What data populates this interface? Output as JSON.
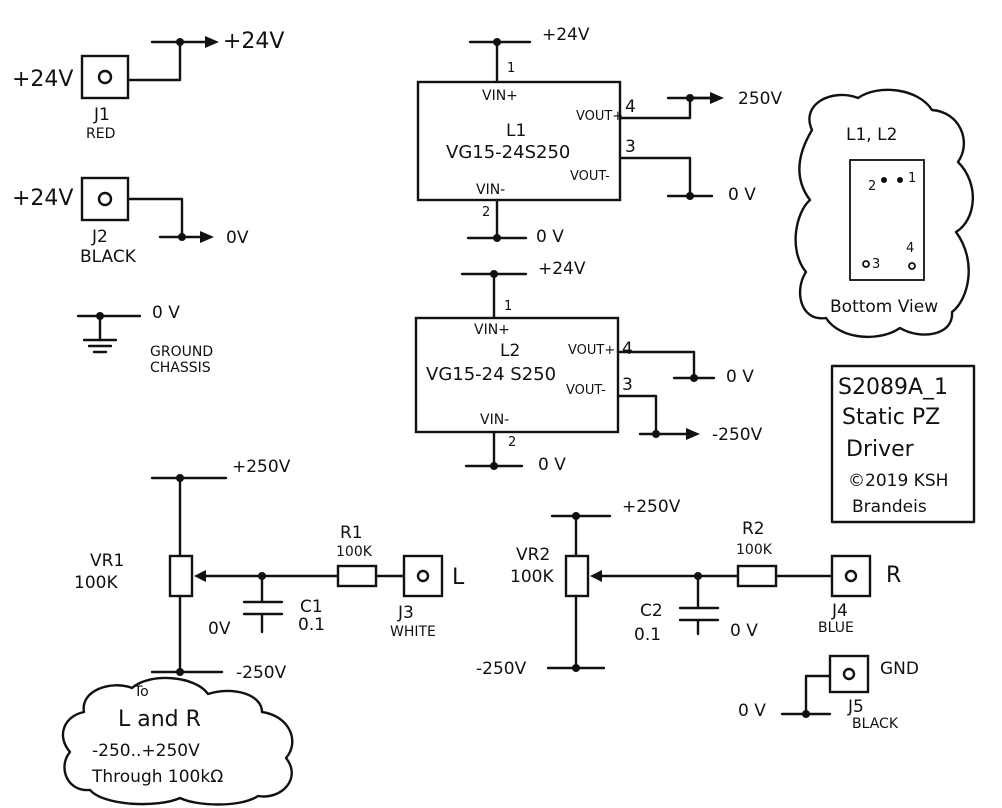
{
  "supply": {
    "plus24": "+24V",
    "zero": "0V",
    "zero_alt": "0 V",
    "plus250": "+250V",
    "minus250": "-250V",
    "plus250_out": "250V"
  },
  "connectors": {
    "j1": {
      "ref": "J1",
      "color": "RED"
    },
    "j2": {
      "ref": "J2",
      "color": "BLACK"
    },
    "j3": {
      "ref": "J3",
      "color": "WHITE",
      "signal": "L"
    },
    "j4": {
      "ref": "J4",
      "color": "BLUE",
      "signal": "R"
    },
    "j5": {
      "ref": "J5",
      "color": "BLACK",
      "signal": "GND"
    }
  },
  "ground": {
    "line1": "GROUND",
    "line2": "CHASSIS"
  },
  "converters": {
    "l1": {
      "ref": "L1",
      "part": "VG15-24S250",
      "vin_plus": "VIN+",
      "vin_minus": "VIN-",
      "vout_plus": "VOUT+",
      "vout_minus": "VOUT-",
      "pin1": "1",
      "pin2": "2",
      "pin3": "3",
      "pin4": "4"
    },
    "l2": {
      "ref": "L2",
      "part": "VG15-24 S250",
      "vin_plus": "VIN+",
      "vin_minus": "VIN-",
      "vout_plus": "VOUT+",
      "vout_minus": "VOUT-",
      "pin1": "1",
      "pin2": "2",
      "pin3": "3",
      "pin4": "4"
    }
  },
  "pinout_cloud": {
    "title": "L1, L2",
    "caption": "Bottom View",
    "pin1": "1",
    "pin2": "2",
    "pin3": "3",
    "pin4": "4"
  },
  "title_block": {
    "line1": "S2089A_1",
    "line2": "Static PZ",
    "line3": "Driver",
    "line4": "©2019 KSH",
    "line5": "Brandeis"
  },
  "parts": {
    "vr1": {
      "ref": "VR1",
      "value": "100K"
    },
    "vr2": {
      "ref": "VR2",
      "value": "100K"
    },
    "r1": {
      "ref": "R1",
      "value": "100K"
    },
    "r2": {
      "ref": "R2",
      "value": "100K"
    },
    "c1": {
      "ref": "C1",
      "value": "0.1"
    },
    "c2": {
      "ref": "C2",
      "value": "0.1"
    }
  },
  "note_cloud": {
    "line1": "L and R",
    "line2": "-250..+250V",
    "line3": "Through 100kΩ",
    "marker": "To"
  }
}
